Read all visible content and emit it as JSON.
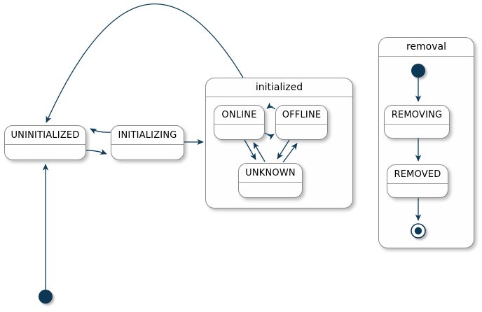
{
  "diagram": {
    "type": "state-diagram",
    "background": "#FFFFFF",
    "colors": {
      "arrow": "#0E3C5A",
      "pseudostate_fill": "#0D3954",
      "state_border": "#8A8A8A",
      "state_fill": "#FEFEFE",
      "text": "#000000",
      "shadow": "#6E6E6E"
    },
    "states": {
      "uninitialized": {
        "label": "UNINITIALIZED"
      },
      "initializing": {
        "label": "INITIALIZING"
      },
      "online": {
        "label": "ONLINE"
      },
      "offline": {
        "label": "OFFLINE"
      },
      "unknown": {
        "label": "UNKNOWN"
      },
      "removing": {
        "label": "REMOVING"
      },
      "removed": {
        "label": "REMOVED"
      }
    },
    "composites": {
      "initialized": {
        "label": "initialized",
        "children": [
          "ONLINE",
          "OFFLINE",
          "UNKNOWN"
        ]
      },
      "removal": {
        "label": "removal",
        "children": [
          "REMOVING",
          "REMOVED"
        ]
      }
    },
    "pseudostates": {
      "initial_main": "initial",
      "initial_removal": "initial",
      "final_removal": "final"
    },
    "transitions": [
      {
        "from": "initial_main",
        "to": "UNINITIALIZED"
      },
      {
        "from": "UNINITIALIZED",
        "to": "INITIALIZING"
      },
      {
        "from": "INITIALIZING",
        "to": "UNINITIALIZED"
      },
      {
        "from": "INITIALIZING",
        "to": "initialized"
      },
      {
        "from": "initialized",
        "to": "UNINITIALIZED"
      },
      {
        "from": "OFFLINE",
        "to": "ONLINE"
      },
      {
        "from": "ONLINE",
        "to": "OFFLINE"
      },
      {
        "from": "ONLINE",
        "to": "UNKNOWN"
      },
      {
        "from": "UNKNOWN",
        "to": "ONLINE"
      },
      {
        "from": "OFFLINE",
        "to": "UNKNOWN"
      },
      {
        "from": "UNKNOWN",
        "to": "OFFLINE"
      },
      {
        "from": "initial_removal",
        "to": "REMOVING"
      },
      {
        "from": "REMOVING",
        "to": "REMOVED"
      },
      {
        "from": "REMOVED",
        "to": "final_removal"
      }
    ]
  }
}
